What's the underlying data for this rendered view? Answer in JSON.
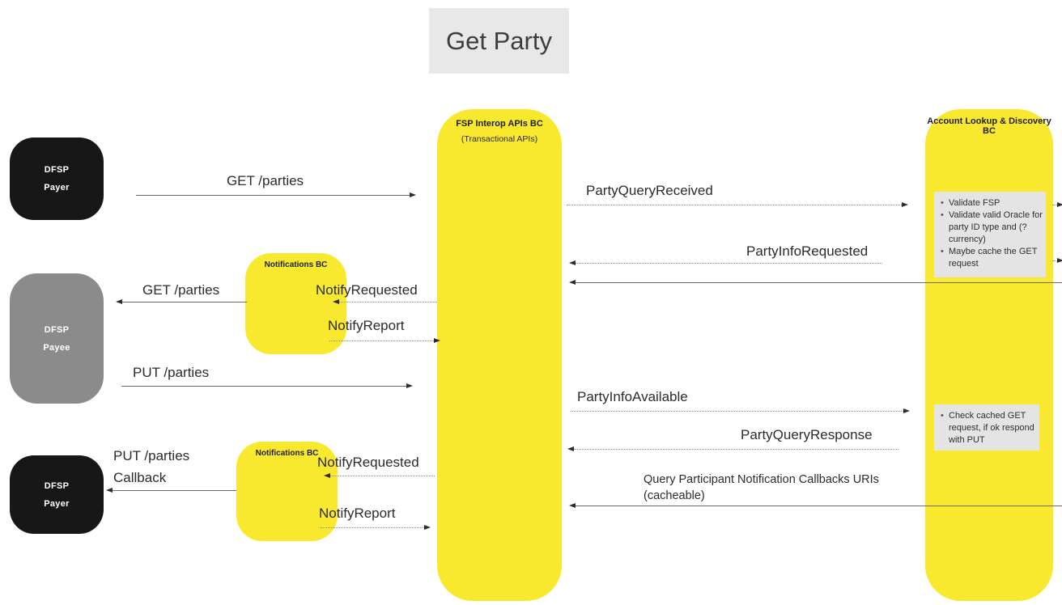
{
  "title": "Get Party",
  "actors": {
    "payer_top": {
      "line1": "DFSP",
      "line2": "Payer"
    },
    "payee": {
      "line1": "DFSP",
      "line2": "Payee"
    },
    "payer_bottom": {
      "line1": "DFSP",
      "line2": "Payer"
    }
  },
  "participants": {
    "notifications_1": {
      "label": "Notifications BC"
    },
    "notifications_2": {
      "label": "Notifications BC"
    },
    "fsp_interop": {
      "label": "FSP Interop APIs BC",
      "sublabel": "(Transactional APIs)"
    },
    "account_lookup": {
      "label_line1": "Account Lookup & Discovery",
      "label_line2": "BC"
    }
  },
  "notes": {
    "validate": {
      "items": [
        "Validate FSP",
        "Validate valid Oracle for party ID type and (?currency)",
        "Maybe cache the GET request"
      ]
    },
    "check_cache": {
      "items": [
        "Check cached GET request, if ok respond with PUT"
      ]
    }
  },
  "messages": {
    "get_parties_request": "GET /parties",
    "party_query_received": "PartyQueryReceived",
    "party_info_requested": "PartyInfoRequested",
    "get_parties_to_payee": "GET /parties",
    "notify_requested_1": "NotifyRequested",
    "notify_report_1": "NotifyReport",
    "put_parties": "PUT /parties",
    "party_info_available": "PartyInfoAvailable",
    "party_query_response": "PartyQueryResponse",
    "put_parties_callback_l1": "PUT /parties",
    "put_parties_callback_l2": "Callback",
    "notify_requested_2": "NotifyRequested",
    "notify_report_2": "NotifyReport",
    "query_callbacks_l1": "Query Participant Notification Callbacks URIs",
    "query_callbacks_l2": "(cacheable)"
  },
  "colors": {
    "lifeline_yellow": "#f8e92e",
    "actor_black": "#171717",
    "actor_gray": "#8b8b8b",
    "note_gray": "#e4e4e4",
    "title_gray": "#e8e8e8"
  }
}
